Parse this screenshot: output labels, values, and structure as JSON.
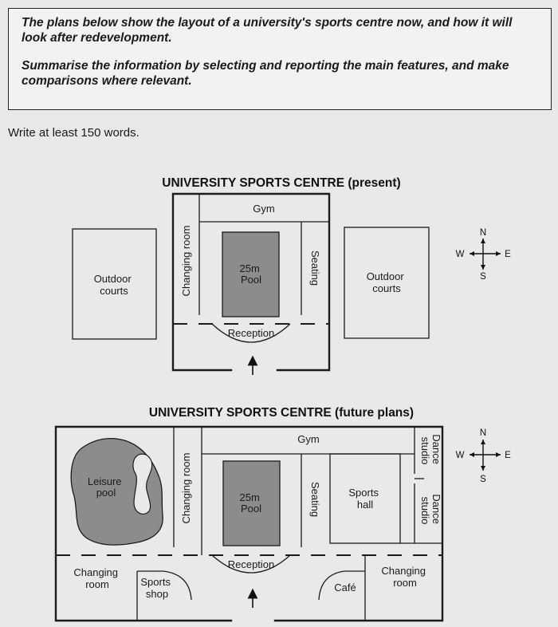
{
  "task": {
    "paragraph1": "The plans below show the layout of a university's sports centre now, and how it will look after redevelopment.",
    "paragraph2": "Summarise the information by selecting and reporting the main features, and make comparisons where relevant."
  },
  "instruction": "Write at least 150 words.",
  "compass": {
    "n": "N",
    "s": "S",
    "e": "E",
    "w": "W"
  },
  "present": {
    "title": "UNIVERSITY SPORTS CENTRE (present)",
    "gym": "Gym",
    "changing_room": "Changing room",
    "pool": [
      "25m",
      "Pool"
    ],
    "seating": "Seating",
    "reception": "Reception",
    "outdoor_courts_west": [
      "Outdoor",
      "courts"
    ],
    "outdoor_courts_east": [
      "Outdoor",
      "courts"
    ]
  },
  "future": {
    "title": "UNIVERSITY SPORTS CENTRE (future plans)",
    "gym": "Gym",
    "leisure_pool": [
      "Leisure",
      "pool"
    ],
    "changing_room_centre": "Changing room",
    "pool": [
      "25m",
      "Pool"
    ],
    "seating": "Seating",
    "sports_hall": [
      "Sports",
      "hall"
    ],
    "dance_studio_north": [
      "Dance",
      "studio"
    ],
    "dance_studio_south": [
      "Dance",
      "studio"
    ],
    "reception": "Reception",
    "changing_room_sw": [
      "Changing",
      "room"
    ],
    "sports_shop": [
      "Sports",
      "shop"
    ],
    "cafe": "Café",
    "changing_room_se": [
      "Changing",
      "room"
    ]
  }
}
